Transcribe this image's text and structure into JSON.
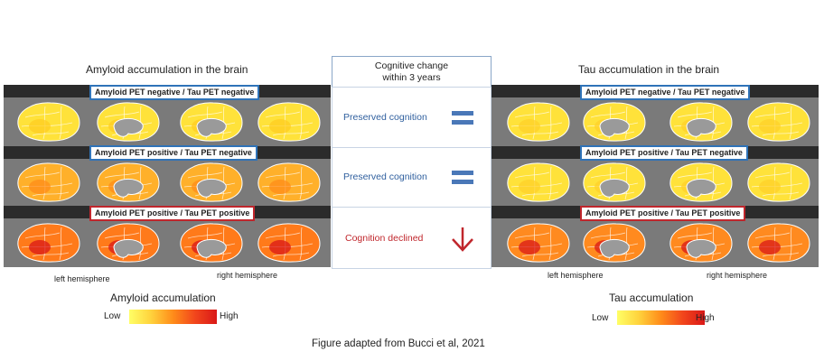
{
  "left_panel": {
    "title": "Amyloid accumulation in the brain",
    "hemisphere_left": "left hemisphere",
    "hemisphere_right": "right hemisphere",
    "legend_title": "Amyloid accumulation",
    "legend_low": "Low",
    "legend_high": "High"
  },
  "right_panel": {
    "title": "Tau accumulation in the brain",
    "hemisphere_left": "left hemisphere",
    "hemisphere_right": "right hemisphere",
    "legend_title": "Tau accumulation",
    "legend_low": "Low",
    "legend_high": "High"
  },
  "center": {
    "header": "Cognitive change",
    "header_line2": "within 3 years",
    "rows": [
      {
        "text": "Preserved cognition",
        "symbol": "equals"
      },
      {
        "text": "Preserved cognition",
        "symbol": "equals"
      },
      {
        "text": "Cognition declined",
        "symbol": "down-arrow"
      }
    ]
  },
  "rows": [
    {
      "label": "Amyloid PET negative / Tau PET negative",
      "border": "blue"
    },
    {
      "label": "Amyloid PET positive / Tau PET negative",
      "border": "blue"
    },
    {
      "label": "Amyloid PET positive / Tau PET positive",
      "border": "red"
    }
  ],
  "caption": "Figure adapted from Bucci et al, 2021",
  "colors": {
    "accent_blue": "#2f73b8",
    "accent_red": "#c0262c",
    "low": "#ffff66",
    "high": "#d91818",
    "panel_bg": "#7a7a7a"
  }
}
